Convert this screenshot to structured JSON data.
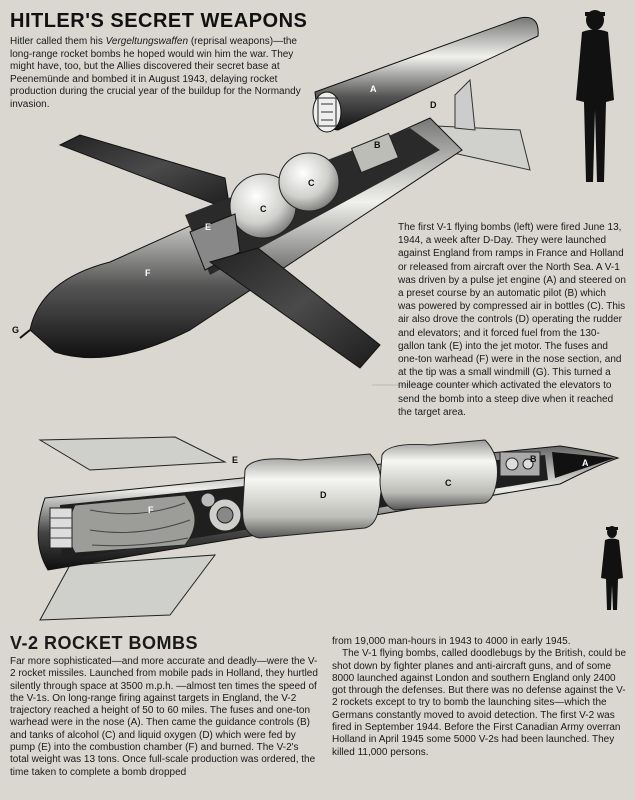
{
  "header": {
    "title": "HITLER'S SECRET WEAPONS",
    "intro_before": "Hitler called them his ",
    "intro_italic": "Vergeltungswaffen",
    "intro_after": " (reprisal weapons)—the long-range rocket bombs he hoped would win him the war. They might have, too, but the Allies discovered their secret base at Peenemünde and bombed it in August 1943, delaying rocket production during the crucial year of the buildup for the Normandy invasion."
  },
  "v1": {
    "text": "The first V-1 flying bombs (left) were fired June 13, 1944, a week after D-Day. They were launched against England from ramps in France and Holland or released from aircraft over the North Sea. A V-1 was driven by a pulse jet engine (A) and steered on a preset course by an automatic pilot (B) which was powered by compressed air in bottles (C). This air also drove the controls (D) operating the rudder and elevators; and it forced fuel from the 130-gallon tank (E) into the jet motor. The fuses and one-ton warhead (F) were in the nose section, and at the tip was a small windmill (G). This turned a mileage counter which activated the elevators to send the bomb into a steep dive when it reached the target area.",
    "labels": {
      "a": "A",
      "b": "B",
      "c1": "C",
      "c2": "C",
      "d": "D",
      "e": "E",
      "f": "F",
      "g": "G"
    }
  },
  "v2": {
    "title": "V-2 ROCKET BOMBS",
    "text_left": "Far more sophisticated—and more accurate and deadly—were the V-2 rocket missiles. Launched from mobile pads in Holland, they hurtled silently through space at 3500 m.p.h. —almost ten times the speed of the V-1s. On long-range firing against targets in England, the V-2 trajectory reached a height of 50 to 60 miles. The fuses and one-ton warhead were in the nose (A). Then came the guidance controls (B) and tanks of alcohol (C) and liquid oxygen (D) which were fed by pump (E) into the combustion chamber (F) and burned. The V-2's total weight was 13 tons. Once full-scale production was ordered, the time taken to complete a bomb dropped",
    "text_right_1": "from 19,000 man-hours in 1943 to 4000 in early 1945.",
    "text_right_2": "The V-1 flying bombs, called doodlebugs by the British, could be shot down by fighter planes and anti-aircraft guns, and of some 8000 launched against London and southern England only 2400 got through the defenses. But there was no defense against the V-2 rockets except to try to bomb the launching sites—which the Germans constantly moved to avoid detection. The first V-2 was fired in September 1944. Before the First Canadian Army overran Holland in April 1945 some 5000 V-2s had been launched. They killed 11,000 persons.",
    "labels": {
      "a": "A",
      "b": "B",
      "c": "C",
      "d": "D",
      "e": "E",
      "f": "F"
    }
  },
  "colors": {
    "paper": "#d9d7d0",
    "ink": "#1a1a1a",
    "metal_dark": "#3a3a3a",
    "metal_light": "#e8e8e4"
  }
}
